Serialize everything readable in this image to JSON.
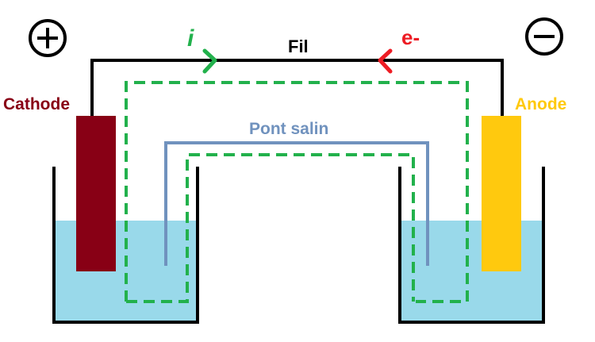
{
  "labels": {
    "plus_symbol": "+",
    "minus_symbol": "−",
    "current": "i",
    "wire": "Fil",
    "electrons": "e-",
    "cathode": "Cathode",
    "anode": "Anode",
    "salt_bridge": "Pont salin"
  },
  "colors": {
    "wire": "#000000",
    "current_path": "#22b14c",
    "electron_arrow": "#ed1c24",
    "cathode": "#880015",
    "anode": "#ffc90e",
    "salt_bridge": "#7092be",
    "solution": "#99d9ea",
    "beaker": "#000000"
  },
  "icons": {
    "positive_terminal": "circled-plus-icon",
    "negative_terminal": "circled-minus-icon",
    "current_direction": "arrow-right-icon",
    "electron_direction": "arrow-left-icon"
  }
}
